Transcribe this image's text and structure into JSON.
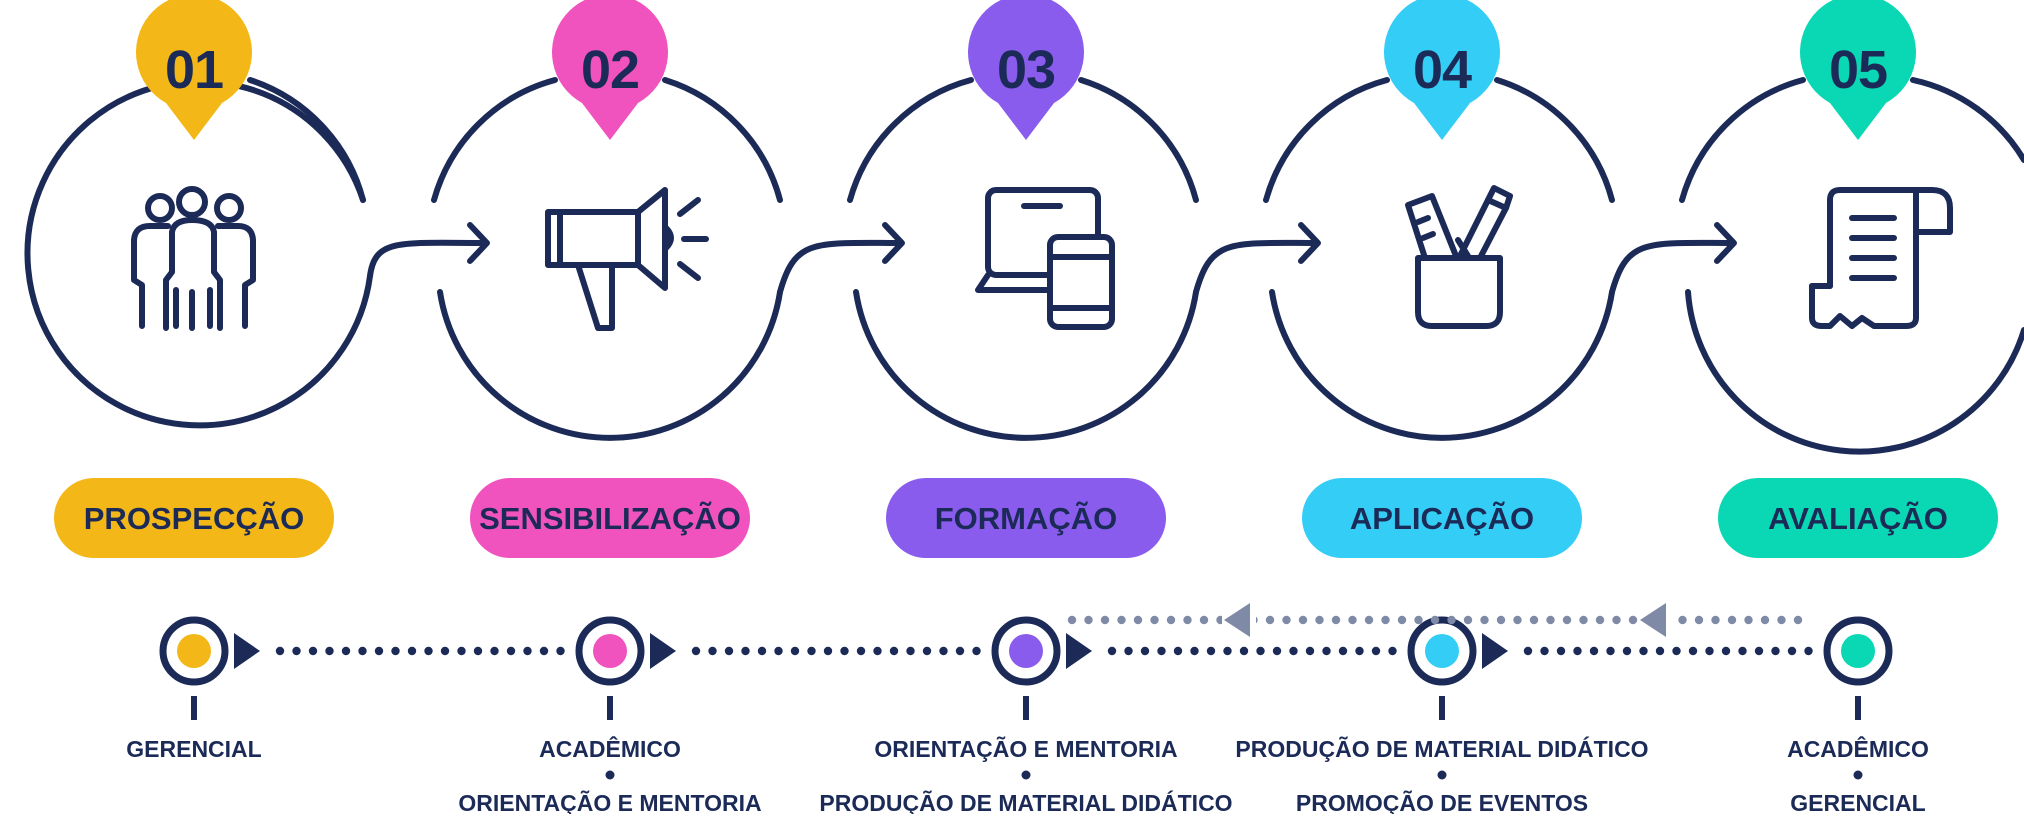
{
  "colors": {
    "navy": "#1b2a57",
    "muted": "#7f8aa6"
  },
  "stages": [
    {
      "number": "01",
      "label": "PROSPECÇÃO",
      "color": "#f3b817",
      "icon": "people-group-icon",
      "categories": [
        "GERENCIAL"
      ]
    },
    {
      "number": "02",
      "label": "SENSIBILIZAÇÃO",
      "color": "#f052be",
      "icon": "megaphone-icon",
      "categories": [
        "ACADÊMICO",
        "ORIENTAÇÃO E MENTORIA"
      ]
    },
    {
      "number": "03",
      "label": "FORMAÇÃO",
      "color": "#8a5ced",
      "icon": "laptop-tablet-icon",
      "categories": [
        "ORIENTAÇÃO E MENTORIA",
        "PRODUÇÃO DE MATERIAL DIDÁTICO"
      ]
    },
    {
      "number": "04",
      "label": "APLICAÇÃO",
      "color": "#34cdf6",
      "icon": "pencil-cup-icon",
      "categories": [
        "PRODUÇÃO DE MATERIAL DIDÁTICO",
        "PROMOÇÃO DE EVENTOS"
      ]
    },
    {
      "number": "05",
      "label": "AVALIAÇÃO",
      "color": "#0ad7b3",
      "icon": "document-scroll-icon",
      "categories": [
        "ACADÊMICO",
        "GERENCIAL"
      ]
    }
  ]
}
